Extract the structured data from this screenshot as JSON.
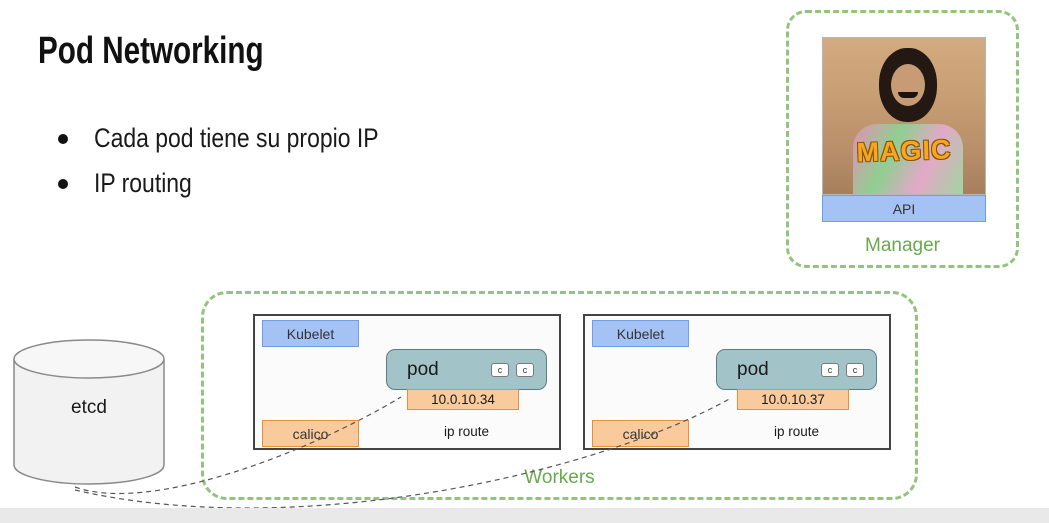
{
  "slide": {
    "title": "Pod Networking",
    "bullets": [
      "Cada pod tiene su propio IP",
      "IP routing"
    ]
  },
  "manager": {
    "label": "Manager",
    "api": "API",
    "image_caption": "MAGIC"
  },
  "workers": {
    "label": "Workers",
    "nodes": [
      {
        "kubelet": "Kubelet",
        "pod": "pod",
        "containers": [
          "c",
          "c"
        ],
        "ip": "10.0.10.34",
        "calico": "calico",
        "route": "ip route"
      },
      {
        "kubelet": "Kubelet",
        "pod": "pod",
        "containers": [
          "c",
          "c"
        ],
        "ip": "10.0.10.37",
        "calico": "calico",
        "route": "ip route"
      }
    ]
  },
  "etcd": {
    "label": "etcd"
  },
  "colors": {
    "group_border_green": "#93c47d",
    "group_label_green": "#6aa84f",
    "blue_fill": "#a4c2f4",
    "blue_border": "#6d9eeb",
    "orange_fill": "#f9cb9c",
    "orange_border": "#e69138",
    "pod_fill": "#a2c4c9",
    "pod_border": "#5d7d86",
    "node_border": "#434343",
    "magic_text": "#f6a623"
  }
}
